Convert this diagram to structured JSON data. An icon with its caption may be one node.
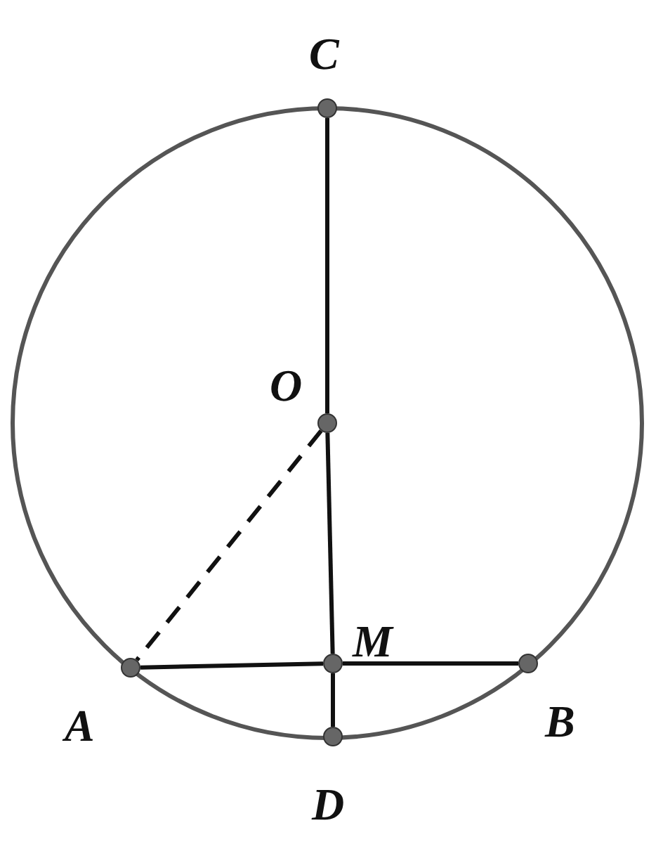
{
  "diagram": {
    "nodes": [
      {
        "text": [],
        "shape": "circle",
        "beside": [
          "C"
        ]
      },
      {
        "text": [],
        "shape": "circle",
        "beside": [
          "O"
        ]
      },
      {
        "text": [],
        "shape": "circle",
        "beside": [
          "M"
        ]
      },
      {
        "text": [],
        "shape": "circle",
        "beside": [
          "A"
        ]
      },
      {
        "text": [],
        "shape": "circle",
        "beside": [
          "B"
        ]
      },
      {
        "text": [],
        "shape": "circle",
        "beside": [
          "D"
        ]
      }
    ],
    "edges": [
      {
        "from": 0,
        "to": 1,
        "arrow": "none"
      },
      {
        "from": 1,
        "to": 2,
        "arrow": "none"
      },
      {
        "from": 2,
        "to": 5,
        "arrow": "none"
      },
      {
        "from": 3,
        "to": 2,
        "arrow": "none"
      },
      {
        "from": 2,
        "to": 4,
        "arrow": "none"
      },
      {
        "from": 1,
        "to": 3,
        "arrow": "none",
        "style": "dashed"
      }
    ]
  }
}
